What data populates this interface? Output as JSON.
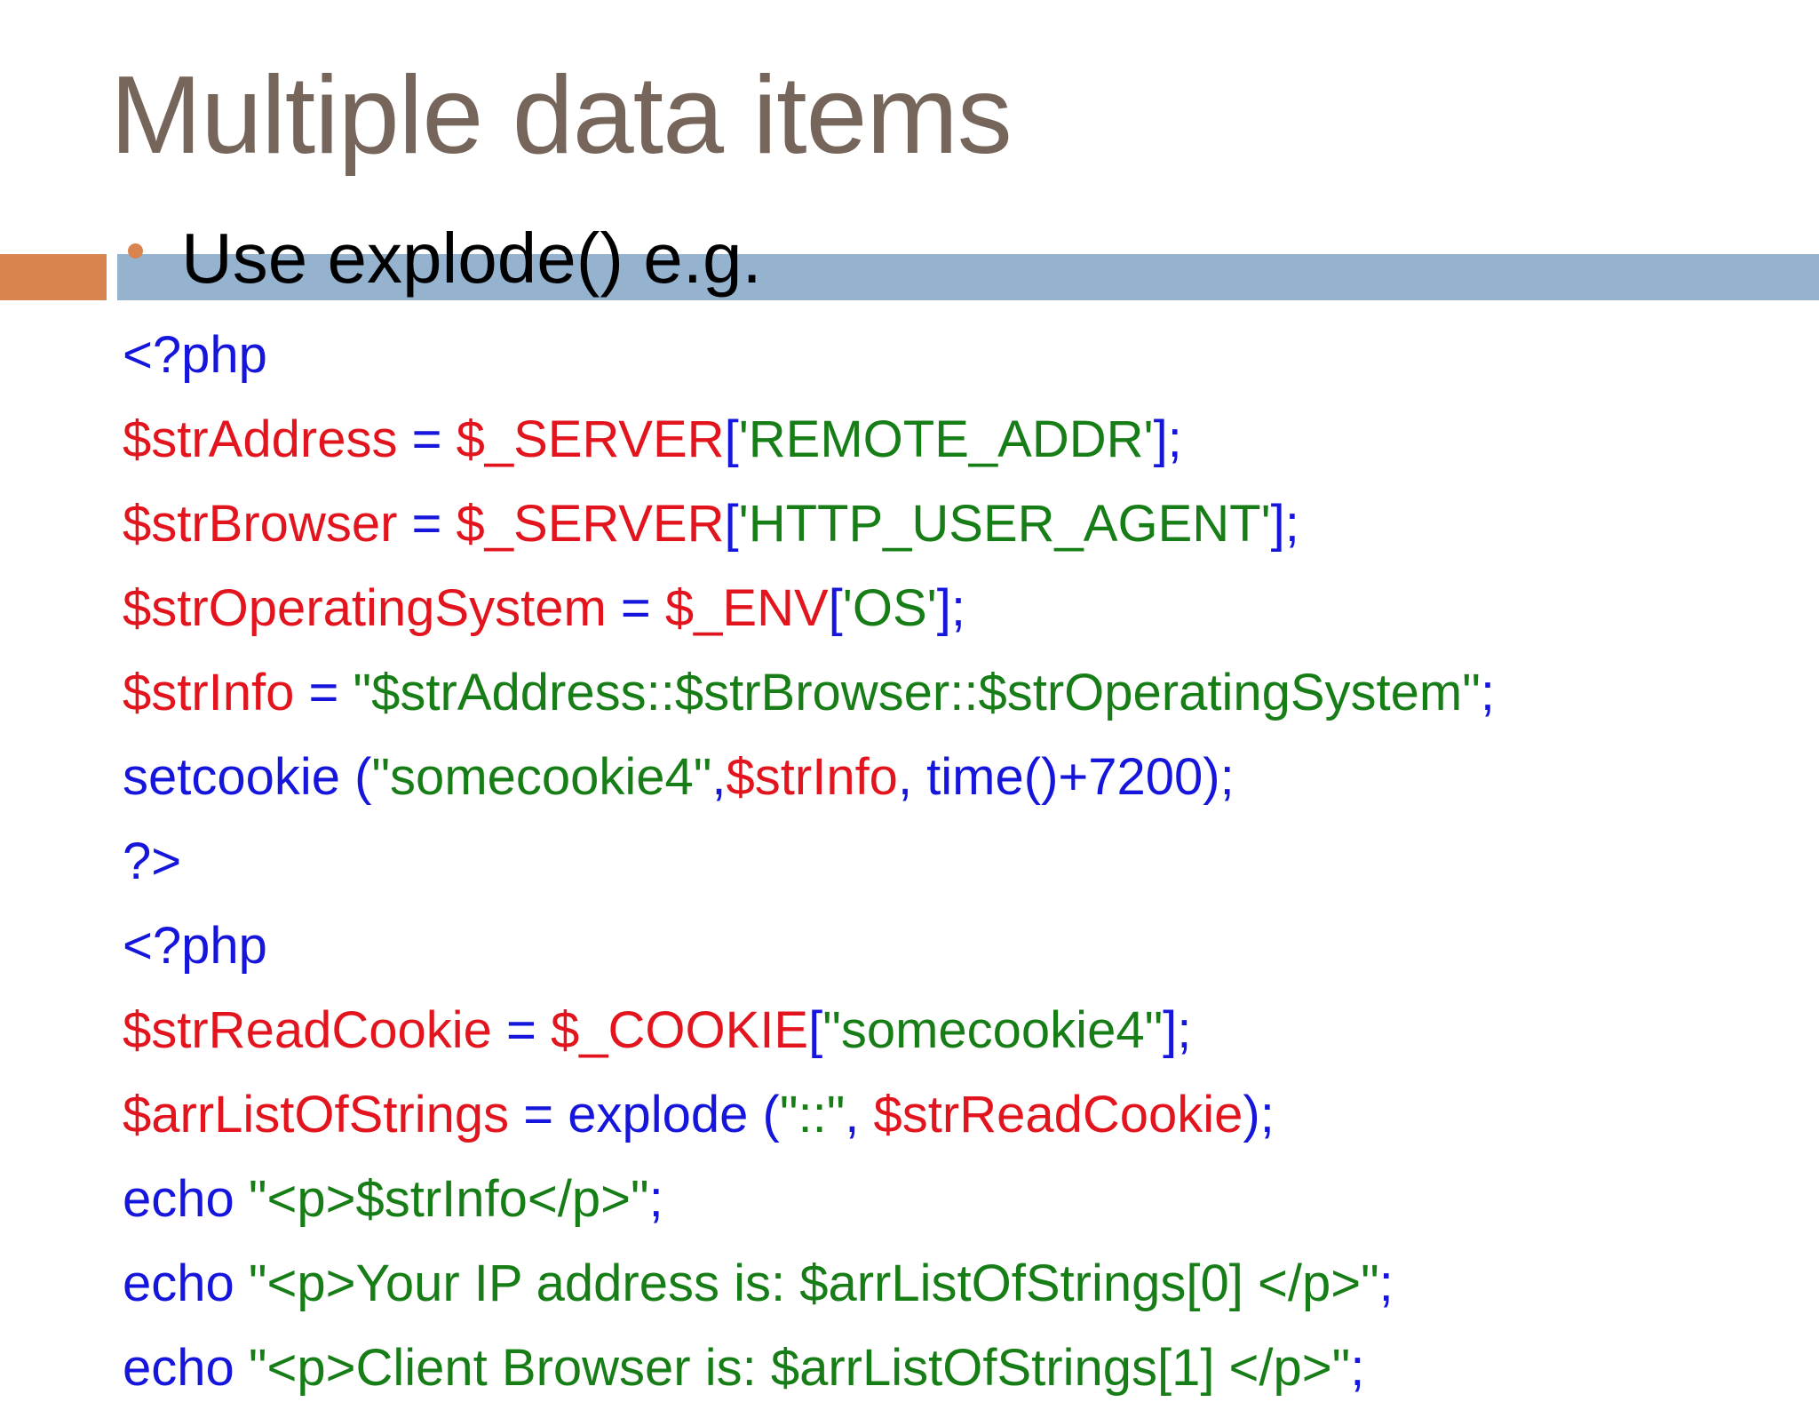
{
  "slide": {
    "title": "Multiple data items",
    "bullet": "Use explode()   e.g.",
    "colors": {
      "title": "#76655a",
      "accent_orange": "#d9844f",
      "accent_blue": "#95b3cf",
      "code_keyword": "#1515dc",
      "code_variable": "#e2141e",
      "code_string": "#177d17"
    }
  },
  "code": {
    "l0": {
      "t0": "<?php"
    },
    "l1": {
      "t0": "$strAddress",
      "t1": " = ",
      "t2": "$_SERVER",
      "t3": "[",
      "t4": "'REMOTE_ADDR'",
      "t5": "];"
    },
    "l2": {
      "t0": "$strBrowser",
      "t1": " = ",
      "t2": "$_SERVER",
      "t3": "[",
      "t4": "'HTTP_USER_AGENT'",
      "t5": "];"
    },
    "l3": {
      "t0": "$strOperatingSystem",
      "t1": " = ",
      "t2": "$_ENV",
      "t3": "[",
      "t4": "'OS'",
      "t5": "];"
    },
    "l4": {
      "t0": "$strInfo",
      "t1": " = ",
      "t2": "\"$strAddress::$strBrowser::$strOperatingSystem\"",
      "t3": ";"
    },
    "l5": {
      "t0": "setcookie (",
      "t1": "\"somecookie4\"",
      "t2": ",",
      "t3": "$strInfo",
      "t4": ", time()+7200);"
    },
    "l6": {
      "t0": "?>"
    },
    "l7": {
      "t0": "<?php"
    },
    "l8": {
      "t0": "$strReadCookie",
      "t1": " = ",
      "t2": "$_COOKIE",
      "t3": "[",
      "t4": "\"somecookie4\"",
      "t5": "];"
    },
    "l9": {
      "t0": "$arrListOfStrings",
      "t1": " = ",
      "t2": "explode (",
      "t3": "\"::\"",
      "t4": ", ",
      "t5": "$strReadCookie",
      "t6": ");"
    },
    "l10": {
      "t0": "echo ",
      "t1": "\"<p>$strInfo</p>\"",
      "t2": ";"
    },
    "l11": {
      "t0": "echo ",
      "t1": "\"<p>Your IP address is: $arrListOfStrings[0] </p>\"",
      "t2": ";"
    },
    "l12": {
      "t0": "echo ",
      "t1": "\"<p>Client Browser is: $arrListOfStrings[1] </p>\"",
      "t2": ";"
    }
  }
}
